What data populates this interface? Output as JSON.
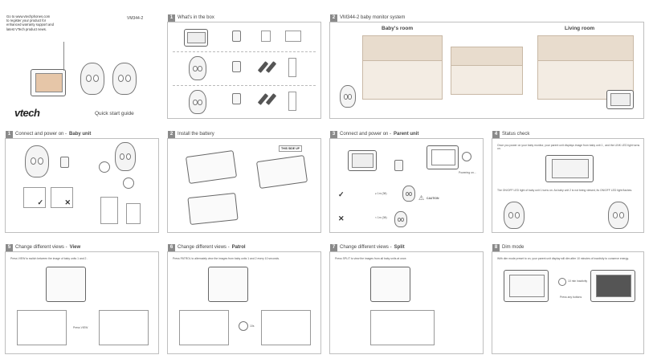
{
  "cover": {
    "intro_lines": [
      "Go to www.vtechphones.com",
      "to register your product for",
      "enhanced warranty support and",
      "latest VTech product news."
    ],
    "model": "VM344-2",
    "brand": "vtech",
    "subtitle": "Quick start guide"
  },
  "sections": {
    "box": {
      "num": "1",
      "title": "What's in the box"
    },
    "system": {
      "num": "2",
      "title": "VM344-2 baby monitor system",
      "babys_room": "Baby's room",
      "living_room": "Living room"
    },
    "baby": {
      "num": "1",
      "title_prefix": "Connect and power on - ",
      "title_bold": "Baby unit"
    },
    "battery": {
      "num": "2",
      "title": "Install the battery"
    },
    "parent": {
      "num": "3",
      "title_prefix": "Connect and power on - ",
      "title_bold": "Parent unit",
      "this_side_up": "THIS SIDE UP",
      "distance_far": "≥ 1m (3ft)",
      "distance_near": "< 1m (3ft)",
      "caution": "CAUTION",
      "powering_on": "Powering on..."
    },
    "status": {
      "num": "4",
      "title": "Status check",
      "text1": "Once you power on your baby monitor, your parent unit displays image from baby unit 1 , and the LINK LED light turns on.",
      "text2": "The ON/OFF LED light of baby unit 1 turns on. As baby unit 2 is not being viewed, its ON/OFF LED light flashes."
    },
    "view": {
      "num": "5",
      "title_prefix": "Change different views - ",
      "title_bold": "View",
      "text": "Press VIEW to switch between the image of baby units 1 and 2 .",
      "press": "Press VIEW"
    },
    "patrol": {
      "num": "6",
      "title_prefix": "Change different views - ",
      "title_bold": "Patrol",
      "text": "Press PATROL to alternately view the images from baby units 1 and 2 every 10 seconds.",
      "secs": "10s"
    },
    "split": {
      "num": "7",
      "title_prefix": "Change different views - ",
      "title_bold": "Split",
      "text": "Press SPLIT to view the images from all baby units at once."
    },
    "dim": {
      "num": "8",
      "title": "Dim mode",
      "text": "With dim mode preset to on, your parent unit display will dim after 10 minutes of inactivity to conserve energy.",
      "inactivity": "10 min inactivity",
      "any_button": "Press any buttons"
    }
  }
}
